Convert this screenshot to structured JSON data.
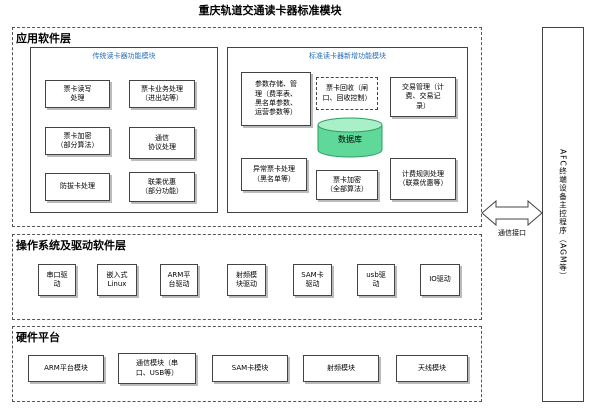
{
  "title": "重庆轨道交通读卡器标准模块",
  "app_layer": {
    "title": "应用软件层",
    "legacy": {
      "title": "传统读卡器功能模块",
      "boxes": [
        "票卡读写\n处理",
        "票卡业务处理\n（进出站等）",
        "票卡加密\n（部分算法）",
        "通信\n协议处理",
        "防拔卡处理",
        "联乘优惠\n（部分功能）"
      ]
    },
    "standard": {
      "title": "标准读卡器新增功能模块",
      "param": "参数存储、管\n理（费率表、\n黑名单参数、\n运营参数等）",
      "recycle": "票卡回收（闸\n口、回收控制）",
      "trade": "交易管理（计\n费、交易记\n录）",
      "database": "数据库",
      "abnormal": "异常票卡处理\n（黑名单等）",
      "encrypt": "票卡加密\n（全部算法）",
      "billing": "计费规则处理\n（联乘优惠等）"
    }
  },
  "os_layer": {
    "title": "操作系统及驱动软件层",
    "boxes": [
      "串口驱\n动",
      "嵌入式\nLinux",
      "ARM平\n台驱动",
      "射频模\n块驱动",
      "SAM卡\n驱动",
      "usb驱\n动",
      "IO驱动"
    ]
  },
  "hw_layer": {
    "title": "硬件平台",
    "boxes": [
      "ARM平台模块",
      "通信模块（串\n口、USB等）",
      "SAM卡模块",
      "射频模块",
      "天线模块"
    ]
  },
  "comm": {
    "label": "通信接口"
  },
  "agm": {
    "label": "AFC终端设备主控程序（AGM等）"
  },
  "colors": {
    "subtitle": "#2a6eb8",
    "db_fill": "#5fd89a",
    "db_top": "#a9f0c8"
  }
}
